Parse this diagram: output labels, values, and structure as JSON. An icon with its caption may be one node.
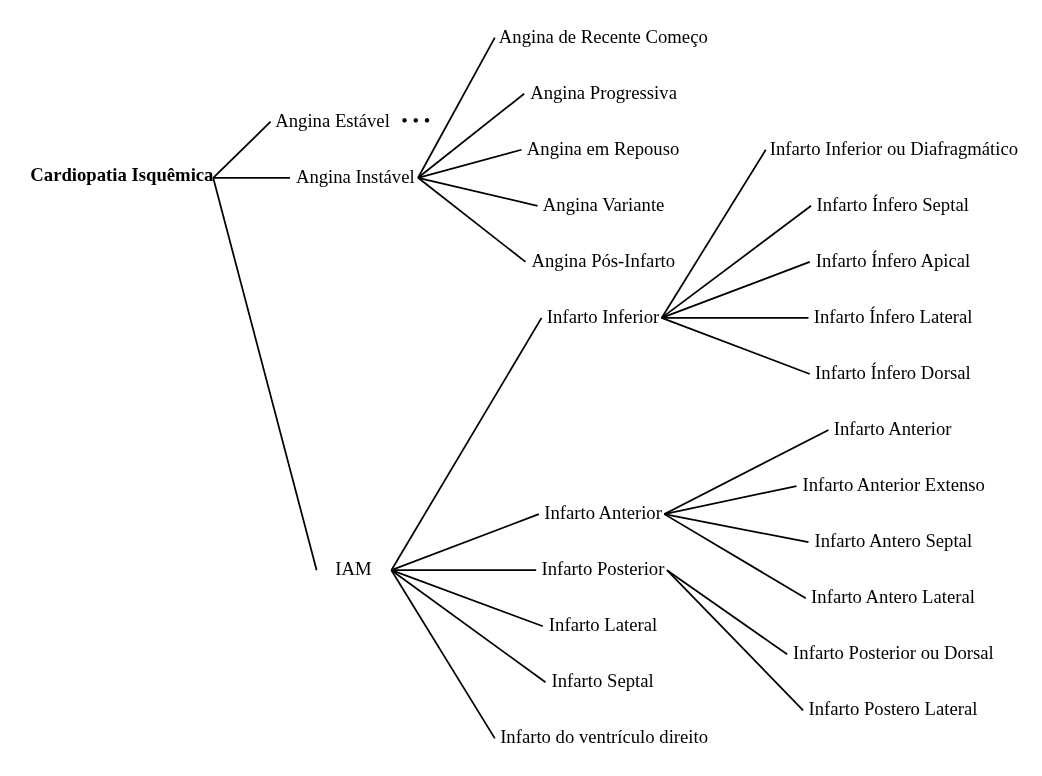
{
  "diagram": {
    "nodes": [
      {
        "text": [
          "Cardiopatia Isquêmica"
        ]
      },
      {
        "text": [
          "Angina Estável"
        ],
        "beside": [
          "• • •"
        ]
      },
      {
        "text": [
          "Angina Instável"
        ]
      },
      {
        "text": [
          "Angina de Recente Começo"
        ]
      },
      {
        "text": [
          "Angina Progressiva"
        ]
      },
      {
        "text": [
          "Angina em Repouso"
        ]
      },
      {
        "text": [
          "Angina Variante"
        ]
      },
      {
        "text": [
          "Angina Pós-Infarto"
        ]
      },
      {
        "text": [
          "IAM"
        ]
      },
      {
        "text": [
          "Infarto Inferior"
        ]
      },
      {
        "text": [
          "Infarto Inferior ou Diafragmático"
        ]
      },
      {
        "text": [
          "Infarto Ínfero Septal"
        ]
      },
      {
        "text": [
          "Infarto Ínfero Apical"
        ]
      },
      {
        "text": [
          "Infarto Ínfero Lateral"
        ]
      },
      {
        "text": [
          "Infarto Ínfero Dorsal"
        ]
      },
      {
        "text": [
          "Infarto Anterior"
        ]
      },
      {
        "text": [
          "Infarto Anterior"
        ]
      },
      {
        "text": [
          "Infarto Anterior Extenso"
        ]
      },
      {
        "text": [
          "Infarto Antero Septal"
        ]
      },
      {
        "text": [
          "Infarto Antero Lateral"
        ]
      },
      {
        "text": [
          "Infarto Posterior"
        ]
      },
      {
        "text": [
          "Infarto Posterior ou Dorsal"
        ]
      },
      {
        "text": [
          "Infarto Postero Lateral"
        ]
      },
      {
        "text": [
          "Infarto Lateral"
        ]
      },
      {
        "text": [
          "Infarto Septal"
        ]
      },
      {
        "text": [
          "Infarto do ventrículo direito"
        ]
      }
    ],
    "edges": [
      {
        "from": 0,
        "to": 1,
        "arrow": "none"
      },
      {
        "from": 0,
        "to": 2,
        "arrow": "none"
      },
      {
        "from": 0,
        "to": 8,
        "arrow": "none"
      },
      {
        "from": 2,
        "to": 3,
        "arrow": "none"
      },
      {
        "from": 2,
        "to": 4,
        "arrow": "none"
      },
      {
        "from": 2,
        "to": 5,
        "arrow": "none"
      },
      {
        "from": 2,
        "to": 6,
        "arrow": "none"
      },
      {
        "from": 2,
        "to": 7,
        "arrow": "none"
      },
      {
        "from": 8,
        "to": 9,
        "arrow": "none"
      },
      {
        "from": 8,
        "to": 15,
        "arrow": "none"
      },
      {
        "from": 8,
        "to": 20,
        "arrow": "none"
      },
      {
        "from": 8,
        "to": 23,
        "arrow": "none"
      },
      {
        "from": 8,
        "to": 24,
        "arrow": "none"
      },
      {
        "from": 8,
        "to": 25,
        "arrow": "none"
      },
      {
        "from": 9,
        "to": 10,
        "arrow": "none"
      },
      {
        "from": 9,
        "to": 11,
        "arrow": "none"
      },
      {
        "from": 9,
        "to": 12,
        "arrow": "none"
      },
      {
        "from": 9,
        "to": 13,
        "arrow": "none"
      },
      {
        "from": 9,
        "to": 14,
        "arrow": "none"
      },
      {
        "from": 15,
        "to": 16,
        "arrow": "none"
      },
      {
        "from": 15,
        "to": 17,
        "arrow": "none"
      },
      {
        "from": 15,
        "to": 18,
        "arrow": "none"
      },
      {
        "from": 15,
        "to": 19,
        "arrow": "none"
      },
      {
        "from": 20,
        "to": 21,
        "arrow": "none"
      },
      {
        "from": 20,
        "to": 22,
        "arrow": "none"
      }
    ]
  }
}
